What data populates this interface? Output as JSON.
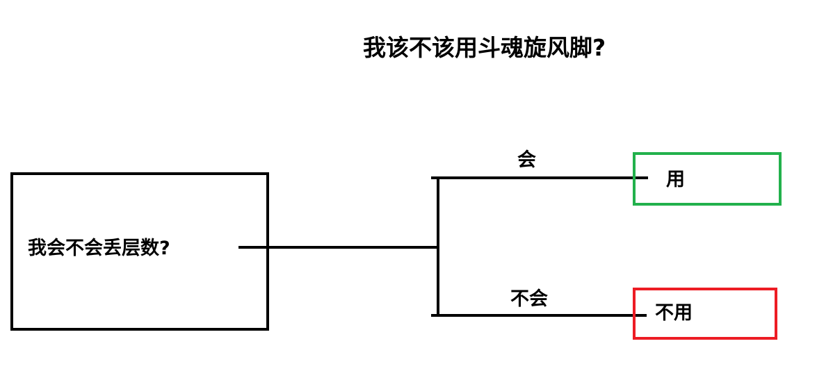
{
  "diagram": {
    "title": "我该不该用斗魂旋风脚?",
    "question": "我会不会丢层数?",
    "branches": [
      {
        "label": "会",
        "result": "用",
        "result_color": "#22b14c"
      },
      {
        "label": "不会",
        "result": "不用",
        "result_color": "#ed1c24"
      }
    ],
    "line_color": "#000000"
  }
}
